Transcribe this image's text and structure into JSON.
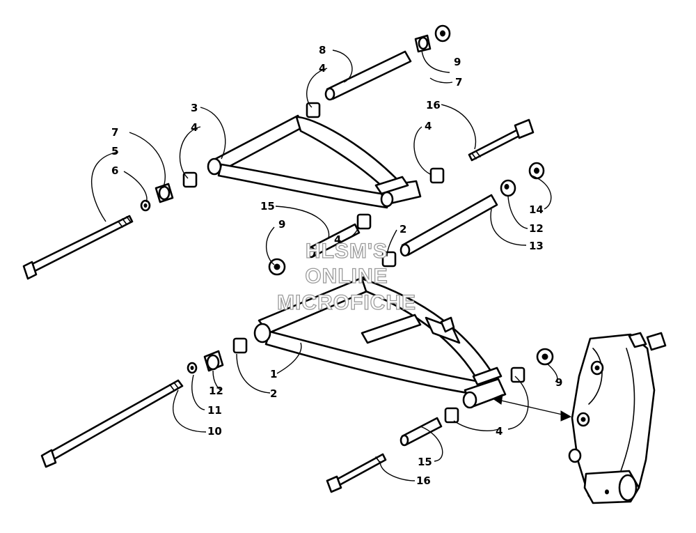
{
  "callouts": [
    {
      "id": "c8a",
      "label": "8"
    },
    {
      "id": "c4a",
      "label": "4"
    },
    {
      "id": "c9a",
      "label": "9"
    },
    {
      "id": "c7a",
      "label": "7"
    },
    {
      "id": "c3",
      "label": "3"
    },
    {
      "id": "c4b",
      "label": "4"
    },
    {
      "id": "c7b",
      "label": "7"
    },
    {
      "id": "c5",
      "label": "5"
    },
    {
      "id": "c6",
      "label": "6"
    },
    {
      "id": "c16a",
      "label": "16"
    },
    {
      "id": "c4c",
      "label": "4"
    },
    {
      "id": "c15a",
      "label": "15"
    },
    {
      "id": "c9b",
      "label": "9"
    },
    {
      "id": "c4d",
      "label": "4"
    },
    {
      "id": "c2a",
      "label": "2"
    },
    {
      "id": "c14",
      "label": "14"
    },
    {
      "id": "c12a",
      "label": "12"
    },
    {
      "id": "c13",
      "label": "13"
    },
    {
      "id": "c1",
      "label": "1"
    },
    {
      "id": "c2b",
      "label": "2"
    },
    {
      "id": "c12b",
      "label": "12"
    },
    {
      "id": "c11",
      "label": "11"
    },
    {
      "id": "c10",
      "label": "10"
    },
    {
      "id": "c9c",
      "label": "9"
    },
    {
      "id": "c4e",
      "label": "4"
    },
    {
      "id": "c15b",
      "label": "15"
    },
    {
      "id": "c16b",
      "label": "16"
    }
  ],
  "watermark": {
    "line1": "HLSM'S",
    "line2": "ONLINE",
    "line3": "MICROFICHE"
  }
}
